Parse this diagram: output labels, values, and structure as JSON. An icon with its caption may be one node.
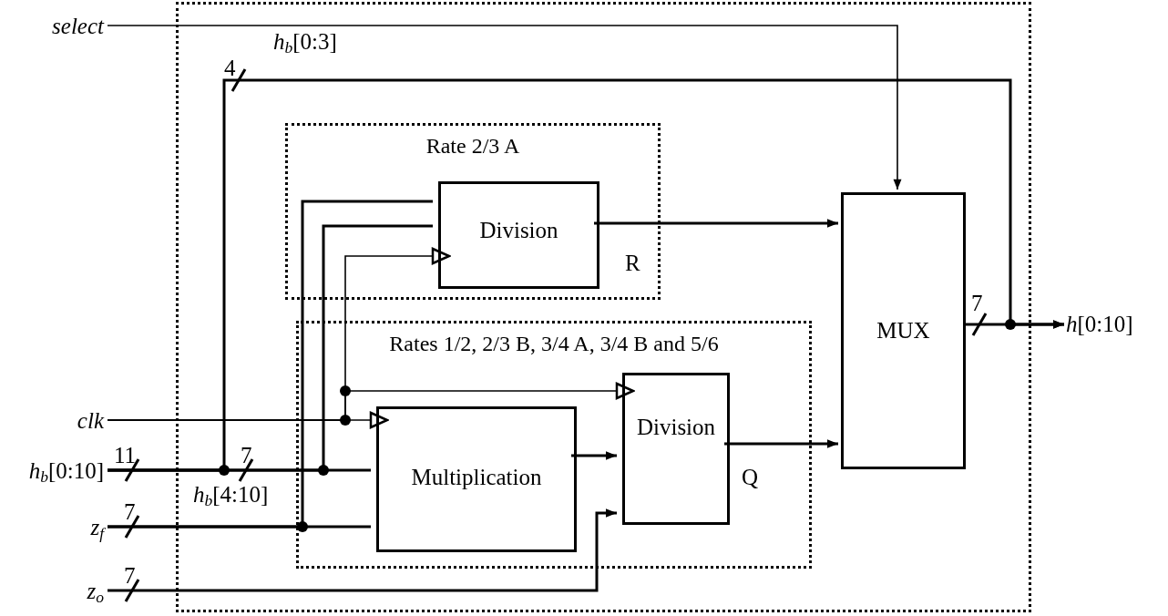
{
  "diagram": {
    "nodes": [
      {
        "text": [],
        "shape": "box"
      },
      {
        "text": [
          "Rate 2/3 A"
        ],
        "in": 0
      },
      {
        "text": [
          "Division"
        ],
        "in": 1,
        "beside": [
          "R"
        ]
      },
      {
        "text": [
          "Rates 1/2, 2/3 B, 3/4 A, 3/4 B and 5/6"
        ],
        "in": 0
      },
      {
        "text": [
          "Multiplication"
        ],
        "in": 3
      },
      {
        "text": [
          "Division"
        ],
        "in": 3,
        "beside": [
          "Q"
        ]
      },
      {
        "text": [
          "MUX"
        ],
        "in": 0
      },
      {
        "text": [
          "select"
        ]
      },
      {
        "text": [
          "clk"
        ]
      },
      {
        "text": [
          "*h*$_{b}$[0:10]"
        ]
      },
      {
        "text": [
          "*z*$_{f}$"
        ]
      },
      {
        "text": [
          "*z*$_{o}$"
        ]
      },
      {
        "text": [
          "*h*[0:10]"
        ]
      }
    ],
    "edges": [
      {
        "from": 7,
        "to": 6,
        "arrow": "to"
      },
      {
        "from": 8,
        "to": 4,
        "arrow": "to"
      },
      {
        "from": 8,
        "to": 5,
        "arrow": "to"
      },
      {
        "from": 8,
        "to": 2,
        "arrow": "to"
      },
      {
        "from": 9,
        "to": 4,
        "arrow": "none"
      },
      {
        "from": 9,
        "to": 2,
        "arrow": "none"
      },
      {
        "from": 9,
        "to": 12,
        "arrow": "to"
      },
      {
        "from": 10,
        "to": 4,
        "arrow": "none"
      },
      {
        "from": 10,
        "to": 2,
        "arrow": "none"
      },
      {
        "from": 11,
        "to": 5,
        "arrow": "to"
      },
      {
        "from": 4,
        "to": 5,
        "arrow": "to"
      },
      {
        "from": 2,
        "to": 6,
        "arrow": "to"
      },
      {
        "from": 5,
        "to": 6,
        "arrow": "to"
      },
      {
        "from": 6,
        "to": 12,
        "arrow": "to"
      }
    ],
    "labels": [
      "*h*$_{b}$[0:3]",
      "4",
      "7",
      "11",
      "7",
      "*h*$_{b}$[4:10]",
      "7",
      "7"
    ]
  }
}
